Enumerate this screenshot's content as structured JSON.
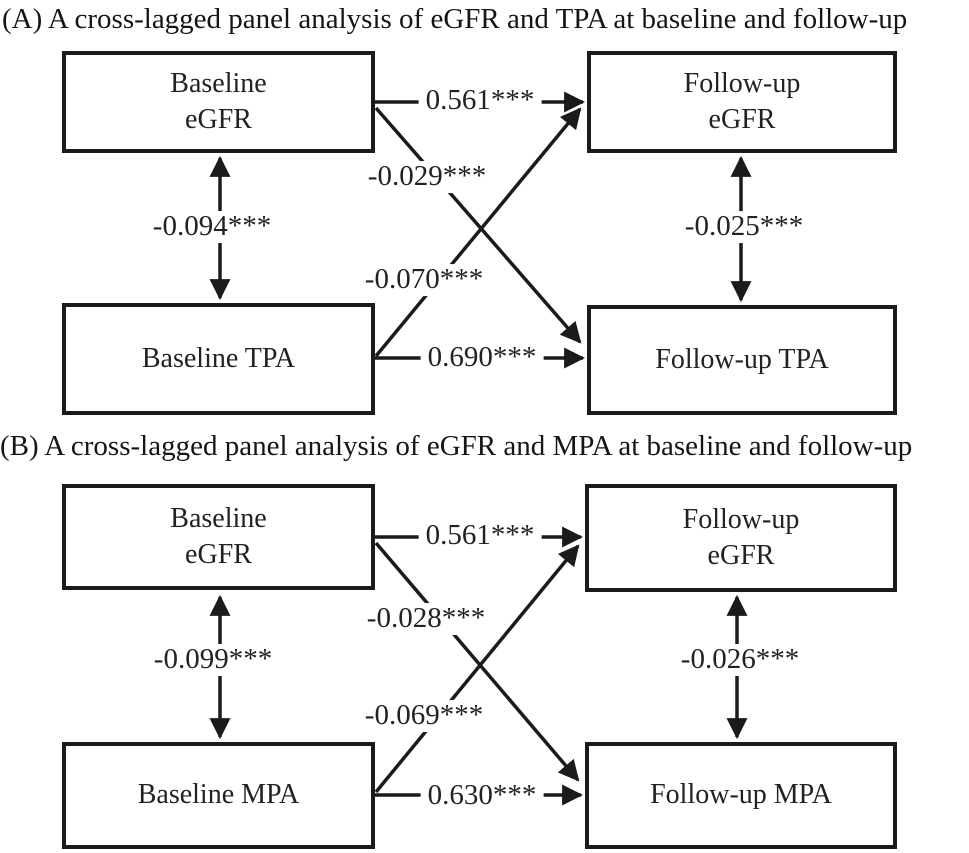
{
  "colors": {
    "ink": "#1b1b1b",
    "background": "#ffffff"
  },
  "panels": [
    {
      "label": "A",
      "title": "(A) A cross-lagged panel analysis of eGFR and TPA at baseline and follow-up",
      "nodes": {
        "baseline_top": {
          "lines": [
            "Baseline",
            "eGFR"
          ]
        },
        "followup_top": {
          "lines": [
            "Follow-up",
            "eGFR"
          ]
        },
        "baseline_bottom": {
          "lines": [
            "Baseline TPA"
          ]
        },
        "followup_bottom": {
          "lines": [
            "Follow-up TPA"
          ]
        }
      },
      "coefficients": {
        "stability_top": "0.561***",
        "cross_down": "-0.029***",
        "cross_up": "-0.070***",
        "stability_bottom": "0.690***",
        "corr_baseline": "-0.094***",
        "corr_followup": "-0.025***"
      }
    },
    {
      "label": "B",
      "title": "(B) A cross-lagged panel analysis of eGFR and MPA at baseline and follow-up",
      "nodes": {
        "baseline_top": {
          "lines": [
            "Baseline",
            "eGFR"
          ]
        },
        "followup_top": {
          "lines": [
            "Follow-up",
            "eGFR"
          ]
        },
        "baseline_bottom": {
          "lines": [
            "Baseline MPA"
          ]
        },
        "followup_bottom": {
          "lines": [
            "Follow-up MPA"
          ]
        }
      },
      "coefficients": {
        "stability_top": "0.561***",
        "cross_down": "-0.028***",
        "cross_up": "-0.069***",
        "stability_bottom": "0.630***",
        "corr_baseline": "-0.099***",
        "corr_followup": "-0.026***"
      }
    }
  ]
}
